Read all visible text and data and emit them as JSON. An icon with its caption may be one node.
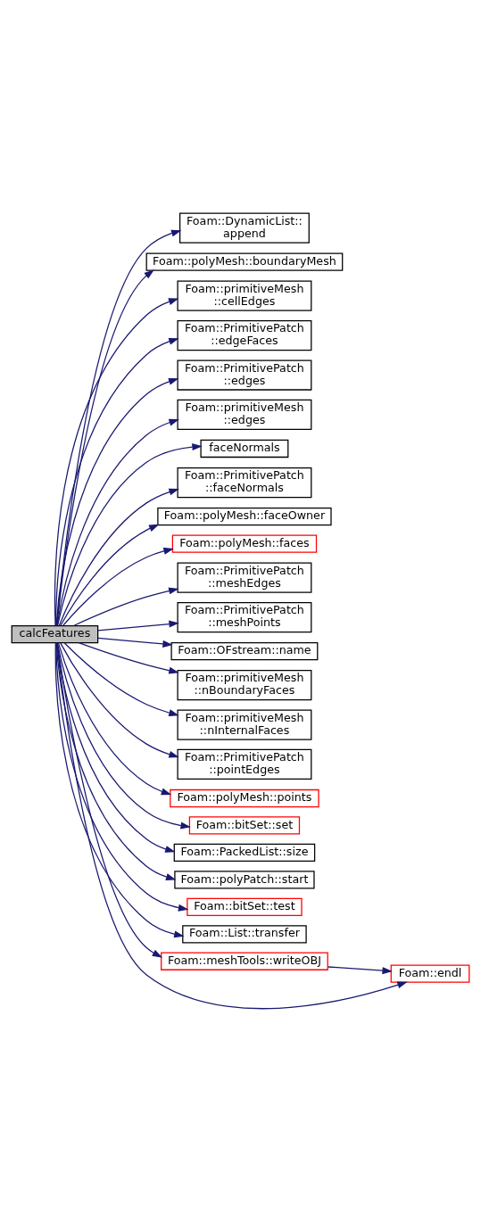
{
  "diagram": {
    "nodes": [
      {
        "text": [
          "calcFeatures"
        ]
      },
      {
        "text": [
          "Foam::DynamicList:: append"
        ]
      },
      {
        "text": [
          "Foam::polyMesh::boundaryMesh"
        ]
      },
      {
        "text": [
          "Foam::primitiveMesh ::cellEdges"
        ]
      },
      {
        "text": [
          "Foam::PrimitivePatch ::edgeFaces"
        ]
      },
      {
        "text": [
          "Foam::PrimitivePatch ::edges"
        ]
      },
      {
        "text": [
          "Foam::primitiveMesh ::edges"
        ]
      },
      {
        "text": [
          "faceNormals"
        ]
      },
      {
        "text": [
          "Foam::PrimitivePatch ::faceNormals"
        ]
      },
      {
        "text": [
          "Foam::polyMesh::faceOwner"
        ]
      },
      {
        "text": [
          "Foam::polyMesh::faces"
        ]
      },
      {
        "text": [
          "Foam::PrimitivePatch ::meshEdges"
        ]
      },
      {
        "text": [
          "Foam::PrimitivePatch ::meshPoints"
        ]
      },
      {
        "text": [
          "Foam::OFstream::name"
        ]
      },
      {
        "text": [
          "Foam::primitiveMesh ::nBoundaryFaces"
        ]
      },
      {
        "text": [
          "Foam::primitiveMesh ::nInternalFaces"
        ]
      },
      {
        "text": [
          "Foam::PrimitivePatch ::pointEdges"
        ]
      },
      {
        "text": [
          "Foam::polyMesh::points"
        ]
      },
      {
        "text": [
          "Foam::bitSet::set"
        ]
      },
      {
        "text": [
          "Foam::PackedList::size"
        ]
      },
      {
        "text": [
          "Foam::polyPatch::start"
        ]
      },
      {
        "text": [
          "Foam::bitSet::test"
        ]
      },
      {
        "text": [
          "Foam::List::transfer"
        ]
      },
      {
        "text": [
          "Foam::meshTools::writeOBJ"
        ]
      },
      {
        "text": [
          "Foam::endl"
        ]
      }
    ],
    "edges": [
      {
        "from": 0,
        "to": 1,
        "arrow": "to"
      },
      {
        "from": 0,
        "to": 2,
        "arrow": "to"
      },
      {
        "from": 0,
        "to": 3,
        "arrow": "to"
      },
      {
        "from": 0,
        "to": 4,
        "arrow": "to"
      },
      {
        "from": 0,
        "to": 5,
        "arrow": "to"
      },
      {
        "from": 0,
        "to": 6,
        "arrow": "to"
      },
      {
        "from": 0,
        "to": 24,
        "arrow": "to"
      },
      {
        "from": 0,
        "to": 7,
        "arrow": "to"
      },
      {
        "from": 0,
        "to": 8,
        "arrow": "to"
      },
      {
        "from": 0,
        "to": 9,
        "arrow": "to"
      },
      {
        "from": 0,
        "to": 10,
        "arrow": "to"
      },
      {
        "from": 0,
        "to": 11,
        "arrow": "to"
      },
      {
        "from": 0,
        "to": 12,
        "arrow": "to"
      },
      {
        "from": 0,
        "to": 13,
        "arrow": "to"
      },
      {
        "from": 0,
        "to": 14,
        "arrow": "to"
      },
      {
        "from": 0,
        "to": 15,
        "arrow": "to"
      },
      {
        "from": 0,
        "to": 16,
        "arrow": "to"
      },
      {
        "from": 0,
        "to": 17,
        "arrow": "to"
      },
      {
        "from": 0,
        "to": 18,
        "arrow": "to"
      },
      {
        "from": 0,
        "to": 19,
        "arrow": "to"
      },
      {
        "from": 0,
        "to": 20,
        "arrow": "to"
      },
      {
        "from": 0,
        "to": 21,
        "arrow": "to"
      },
      {
        "from": 0,
        "to": 22,
        "arrow": "to"
      },
      {
        "from": 0,
        "to": 23,
        "arrow": "to"
      },
      {
        "from": 23,
        "to": 24,
        "arrow": "to"
      }
    ]
  }
}
